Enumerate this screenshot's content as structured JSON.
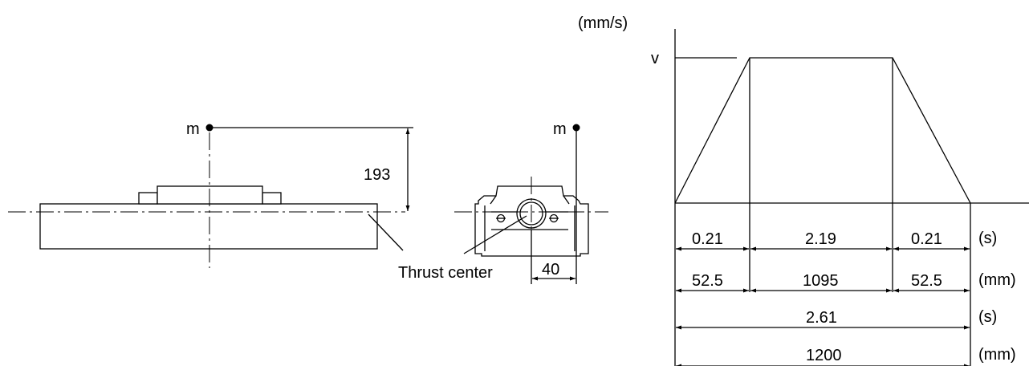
{
  "side_view": {
    "mass_label": "m",
    "height_dim": "193",
    "thrust_center_label": "Thrust center"
  },
  "front_view": {
    "mass_label": "m",
    "offset_dim": "40"
  },
  "velocity_profile": {
    "y_unit": "(mm/s)",
    "y_peak_label": "v",
    "rows": [
      {
        "cells": [
          "0.21",
          "2.19",
          "0.21"
        ],
        "unit": "(s)"
      },
      {
        "cells": [
          "52.5",
          "1095",
          "52.5"
        ],
        "unit": "(mm)"
      },
      {
        "cells": [
          "2.61"
        ],
        "unit": "(s)"
      },
      {
        "cells": [
          "1200"
        ],
        "unit": "(mm)"
      }
    ]
  }
}
